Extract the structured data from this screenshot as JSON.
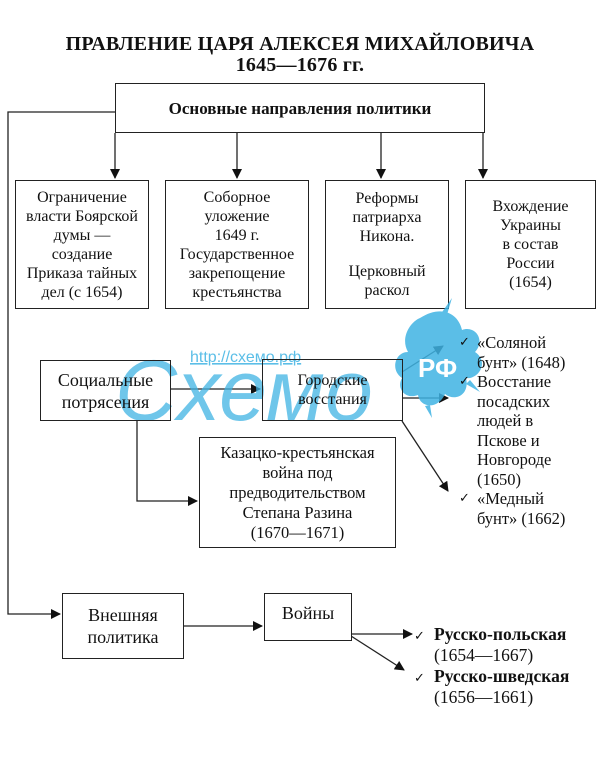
{
  "title": {
    "line1": "ПРАВЛЕНИЕ ЦАРЯ АЛЕКСЕЯ МИХАЙЛОВИЧА",
    "line2": "1645—1676 гг."
  },
  "main_box": "Основные направления политики",
  "directions": [
    {
      "lines": [
        "Ограничение",
        "власти Боярской",
        "думы —",
        "создание",
        "Приказа тайных",
        "дел (с 1654)"
      ]
    },
    {
      "lines": [
        "Соборное",
        "уложение",
        "1649 г.",
        "Государственное",
        "закрепощение",
        "крестьянства"
      ]
    },
    {
      "lines": [
        "Реформы",
        "патриарха",
        "Никона.",
        "",
        "Церковный",
        "раскол"
      ]
    },
    {
      "lines": [
        "Вхождение",
        "Украины",
        "в состав",
        "России",
        "(1654)"
      ]
    }
  ],
  "social": {
    "box": [
      "Социальные",
      "потрясения"
    ],
    "city_box": [
      "Городские",
      "восстания"
    ],
    "razin_box": [
      "Казацко-крестьянская",
      "война под",
      "предводительством",
      "Степана Разина",
      "(1670—1671)"
    ],
    "uprisings": [
      {
        "lines": [
          "«Соляной",
          "бунт» (1648)"
        ]
      },
      {
        "lines": [
          "Восстание",
          "посадских",
          "людей в",
          "Пскове и",
          "Новгороде",
          "(1650)"
        ]
      },
      {
        "lines": [
          "«Медный",
          "бунт» (1662)"
        ]
      }
    ]
  },
  "foreign": {
    "box": [
      "Внешняя",
      "политика"
    ],
    "wars_box": "Войны",
    "wars": [
      {
        "name": "Русско-польская",
        "years": "(1654—1667)"
      },
      {
        "name": "Русско-шведская",
        "years": "(1656—1661)"
      }
    ]
  },
  "check_icon": "✓",
  "watermark": {
    "url": "http://схемо.рф",
    "logo": "Схемо",
    "badge": "РФ",
    "color": "#3fb3e3"
  }
}
